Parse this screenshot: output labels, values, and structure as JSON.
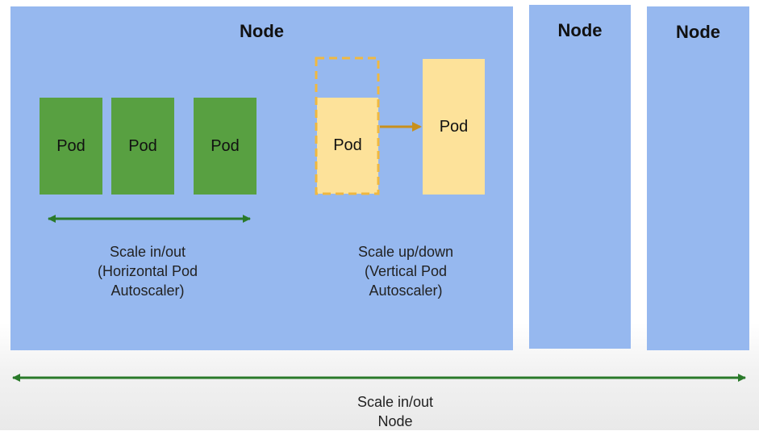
{
  "nodes": [
    {
      "title": "Node"
    },
    {
      "title": "Node"
    },
    {
      "title": "Node"
    }
  ],
  "pods": {
    "horizontal": [
      "Pod",
      "Pod",
      "Pod"
    ],
    "vertical_before": "Pod",
    "vertical_after": "Pod"
  },
  "captions": {
    "horizontal": {
      "line1": "Scale in/out",
      "line2": "(Horizontal Pod",
      "line3": "Autoscaler)"
    },
    "vertical": {
      "line1": "Scale up/down",
      "line2": "(Vertical Pod",
      "line3": "Autoscaler)"
    },
    "node_scaling": {
      "line1": "Scale in/out",
      "line2": "Node"
    }
  },
  "colors": {
    "node_fill": "#96b8ef",
    "pod_green": "#58a041",
    "pod_yellow": "#fde29a",
    "dashed_outline": "#f0b840",
    "vertical_arrow": "#c8901c",
    "horizontal_arrow": "#2a7a2a"
  }
}
